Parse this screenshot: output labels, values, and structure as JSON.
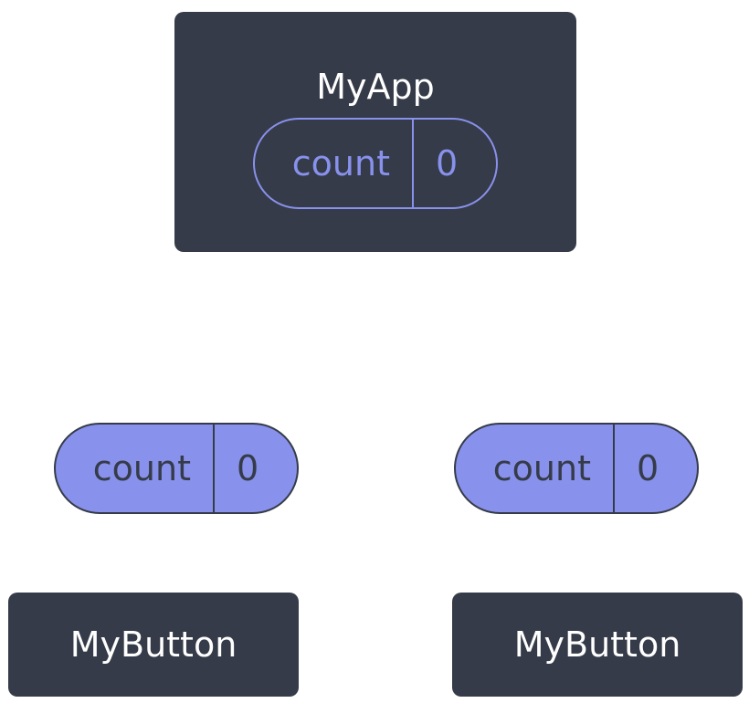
{
  "app": {
    "title": "MyApp",
    "state": {
      "key": "count",
      "value": "0"
    }
  },
  "children": [
    {
      "title": "MyButton",
      "state": {
        "key": "count",
        "value": "0"
      }
    },
    {
      "title": "MyButton",
      "state": {
        "key": "count",
        "value": "0"
      }
    }
  ],
  "colors": {
    "node_bg": "#353b48",
    "state_accent": "#8891ec",
    "text_light": "#ffffff"
  }
}
